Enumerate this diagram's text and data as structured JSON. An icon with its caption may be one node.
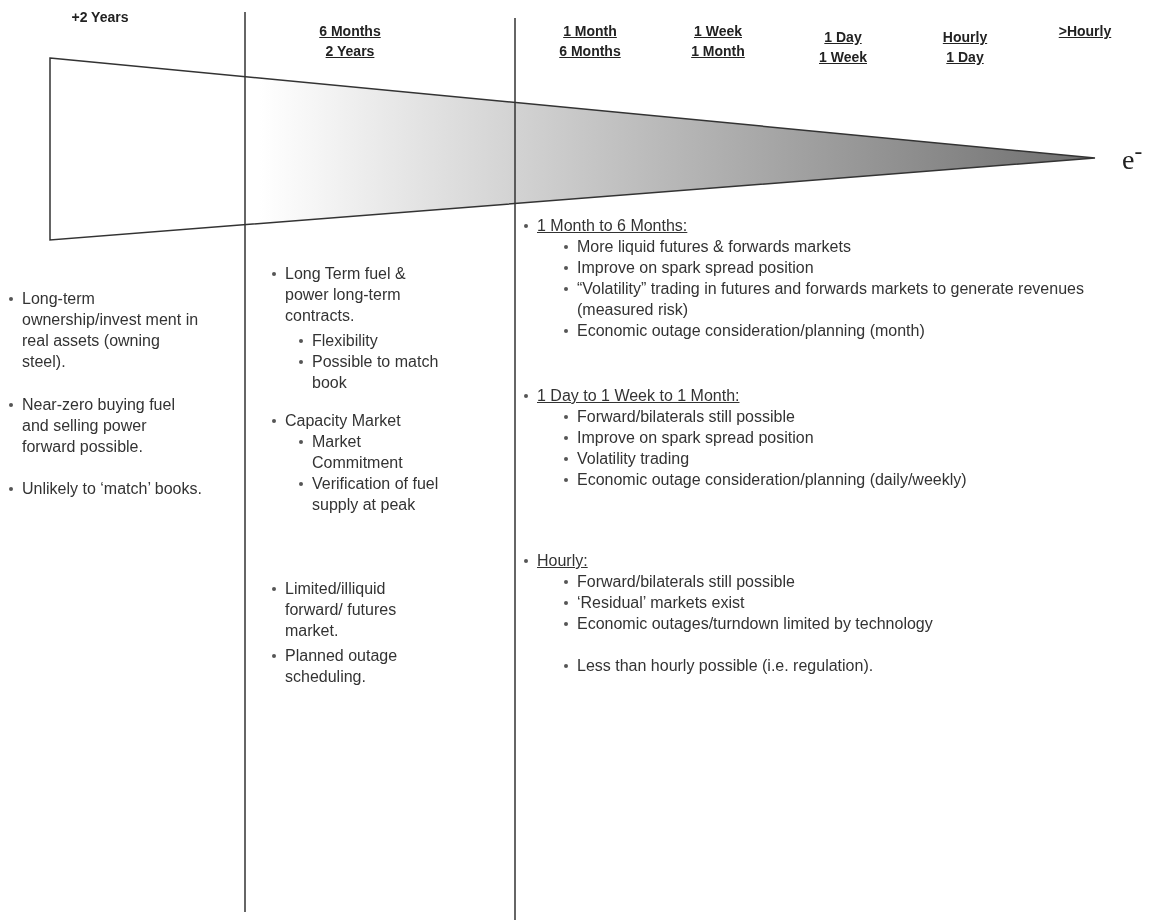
{
  "diagram": {
    "labels": [
      "+2 Years",
      "6 Months",
      "2 Years",
      "1 Month",
      "6 Months",
      "1 Week",
      "1 Month",
      "1 Day",
      "1 Week",
      "Hourly",
      "1 Day",
      ">Hourly",
      "e$^{-}$",
      "Long-term ownership/invest ment in real assets (owning steel).",
      "Near-zero buying fuel and selling power forward possible.",
      "Unlikely to ‘match’ books.",
      "Long Term fuel & power long-term contracts.",
      "Flexibility",
      "Possible to match book",
      "Capacity Market",
      "Market Commitment",
      "Verification of fuel supply at peak",
      "Limited/illiquid forward/ futures market.",
      "Planned outage scheduling.",
      "1 Month to 6 Months:",
      "More liquid futures & forwards markets",
      "Improve on spark spread position",
      "“Volatility” trading in futures and forwards markets to generate revenues (measured risk)",
      "Economic outage consideration/planning (month)",
      "1 Day to 1 Week to 1 Month:",
      "Forward/bilaterals still possible",
      "Improve on spark spread position",
      "Volatility trading",
      "Economic outage consideration/planning (daily/weekly)",
      "Hourly:",
      "Forward/bilaterals still possible",
      "‘Residual’ markets exist",
      "Economic outages/turndown limited by technology",
      "Less than hourly possible (i.e. regulation)."
    ]
  }
}
